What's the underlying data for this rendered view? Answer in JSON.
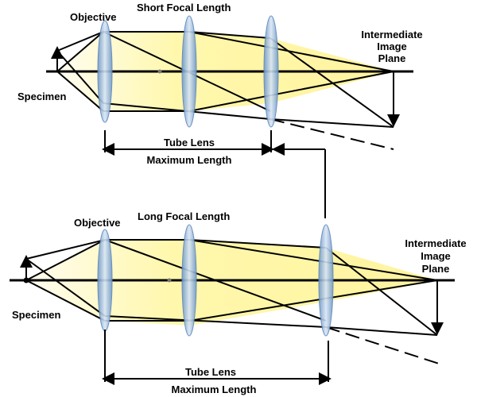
{
  "colors": {
    "beam_fill": "#fff7a8",
    "beam_fill_light": "#fffdf0",
    "lens_fill": "#a9c4e0",
    "lens_edge": "#5b86b8",
    "line": "#000000"
  },
  "top_diagram": {
    "title": "Short Focal Length",
    "objective_label": "Objective",
    "specimen_label": "Specimen",
    "image_plane_label": [
      "Intermediate",
      "Image",
      "Plane"
    ],
    "tube_lens_label": "Tube Lens",
    "max_length_label": "Maximum Length"
  },
  "bottom_diagram": {
    "title": "Long Focal Length",
    "objective_label": "Objective",
    "specimen_label": "Specimen",
    "image_plane_label": [
      "Intermediate",
      "Image",
      "Plane"
    ],
    "tube_lens_label": "Tube Lens",
    "max_length_label": "Maximum Length"
  }
}
